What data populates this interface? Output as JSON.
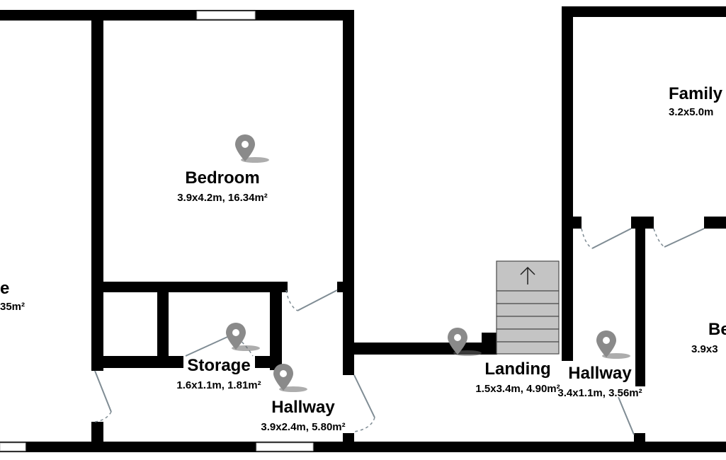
{
  "rooms": {
    "bedroom": {
      "name": "Bedroom",
      "dims": "3.9x4.2m, 16.34m²"
    },
    "storage": {
      "name": "Storage",
      "dims": "1.6x1.1m, 1.81m²"
    },
    "hallway_left": {
      "name": "Hallway",
      "dims": "3.9x2.4m, 5.80m²"
    },
    "landing": {
      "name": "Landing",
      "dims": "1.5x3.4m, 4.90m²"
    },
    "hallway_right": {
      "name": "Hallway",
      "dims": "3.4x1.1m, 3.56m²"
    },
    "family": {
      "name": "Family",
      "dims": "3.2x5.0m"
    },
    "bedroom_right": {
      "name": "Be",
      "dims": "3.9x3"
    },
    "left_room": {
      "name": "e",
      "dims": "35m²"
    }
  },
  "icons": {
    "location_pin": "map-pin-icon",
    "stair_arrow": "arrow-up-icon"
  },
  "colors": {
    "wall": "#000000",
    "door": "#7f8c94",
    "pin": "#8a8a8a",
    "stairs": "#c4c4c4"
  }
}
